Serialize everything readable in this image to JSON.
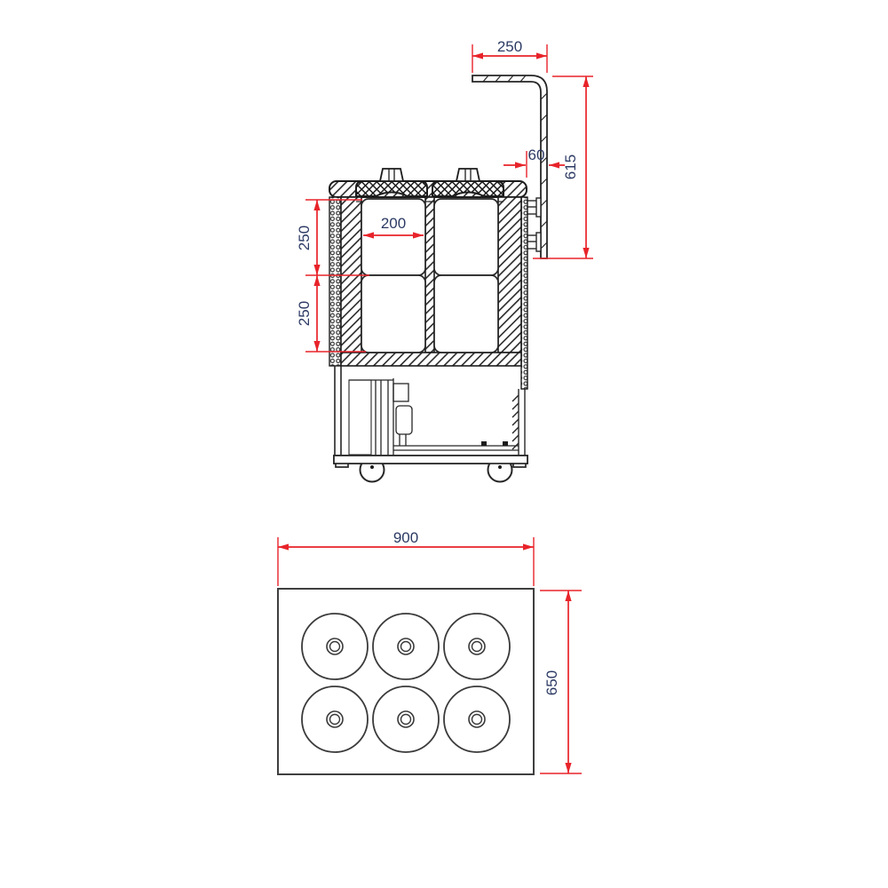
{
  "drawing": {
    "background": "#ffffff",
    "colors": {
      "outline": "#262626",
      "plan_outline": "#3f3f3f",
      "dimension_line": "#e8232a",
      "dimension_text": "#2c3a64"
    },
    "side_view": {
      "name": "side section view of kettle trolley with wall backsplash",
      "dimensions": {
        "shelf_width": "250",
        "backsplash_height": "615",
        "gap": "60",
        "well_width": "200",
        "upper_depth": "250",
        "lower_depth": "250"
      }
    },
    "plan_view": {
      "name": "top plan view of worktop",
      "well_count": 6,
      "well_layout": "3 x 2",
      "dimensions": {
        "width": "900",
        "depth": "650"
      }
    }
  }
}
